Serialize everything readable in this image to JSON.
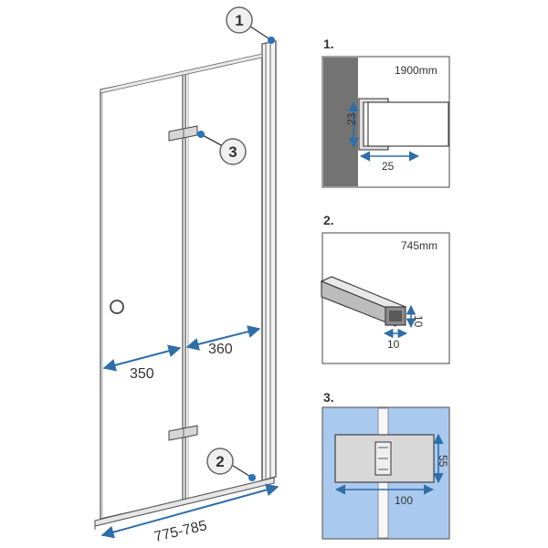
{
  "main_drawing": {
    "callouts": [
      "1",
      "2",
      "3"
    ],
    "dimensions": {
      "left_panel": "350",
      "right_panel": "360",
      "total_width": "775-785"
    }
  },
  "details": [
    {
      "number": "1.",
      "length": "1900mm",
      "height": "23",
      "width": "25"
    },
    {
      "number": "2.",
      "length": "745mm",
      "height": "10",
      "width": "10"
    },
    {
      "number": "3.",
      "height": "55",
      "width": "100"
    }
  ],
  "colors": {
    "accent": "#2f6ea8",
    "callout_fill": "#2a73b8",
    "glass_blue": "#a9c9ef",
    "wall_gray": "#737373"
  }
}
